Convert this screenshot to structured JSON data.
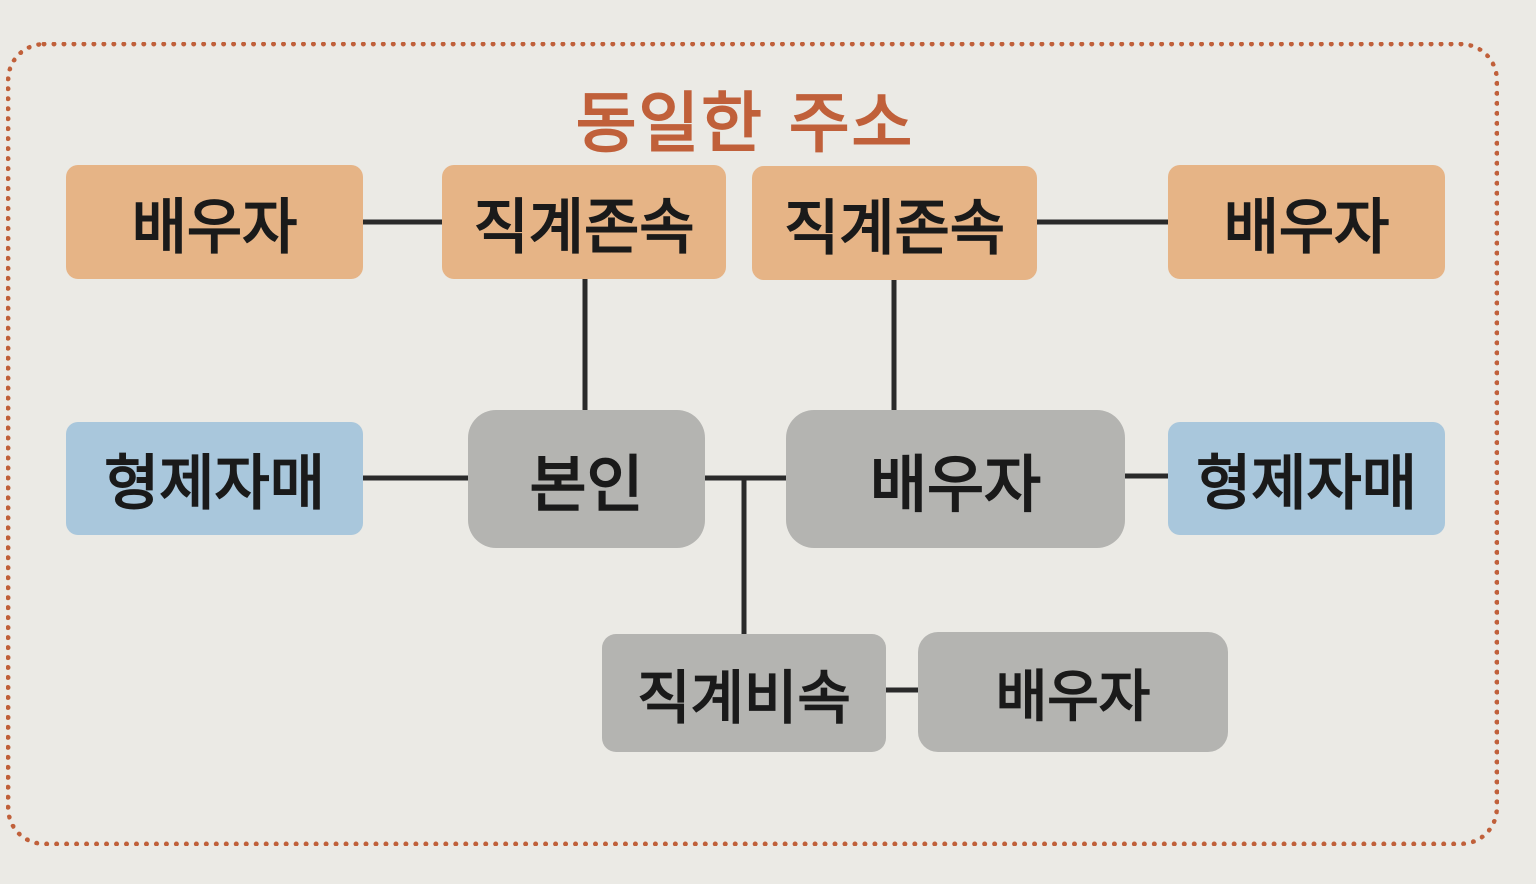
{
  "title": "동일한 주소",
  "nodes": {
    "left_spouse_top": "배우자",
    "left_ancestor": "직계존속",
    "right_ancestor": "직계존속",
    "right_spouse_top": "배우자",
    "left_sibling": "형제자매",
    "self": "본인",
    "spouse": "배우자",
    "right_sibling": "형제자매",
    "descendant": "직계비속",
    "descendant_spouse": "배우자"
  },
  "colors": {
    "frame": "#c0603a",
    "title": "#c0603a",
    "ancestor_row": "#e6b486",
    "sibling": "#a9c7dc",
    "household": "#b4b4b1",
    "background": "#ebeae5"
  }
}
